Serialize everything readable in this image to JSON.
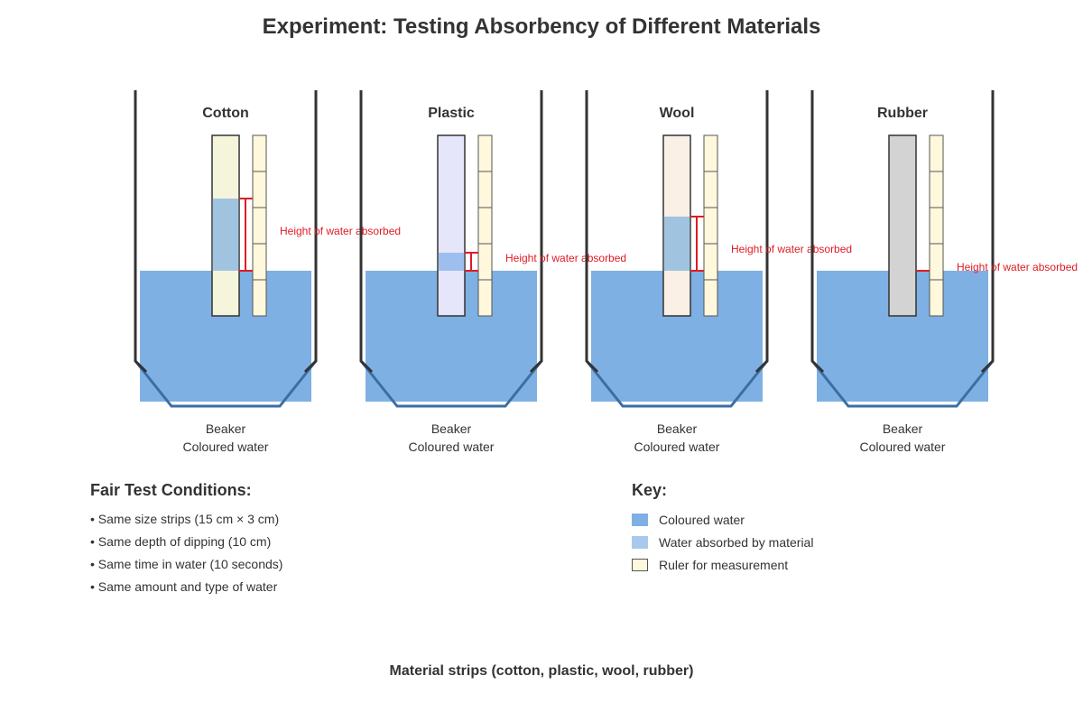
{
  "title": "Experiment: Testing Absorbency of Different Materials",
  "colors": {
    "water": "#7eb0e3",
    "beaker_outline": "#333333",
    "beaker_bottom_outline": "#3c6ea2",
    "ruler": "#fff8dc",
    "annotation": "#e01b24"
  },
  "beakers": [
    {
      "material": "Cotton",
      "strip_color": "#f5f5dc",
      "absorbed_color": "#a0c4e0",
      "absorbed_fraction": 0.4,
      "annotation": "Height of water absorbed",
      "label_line1": "Beaker",
      "label_line2": "Coloured water"
    },
    {
      "material": "Plastic",
      "strip_color": "#e6e6fa",
      "absorbed_color": "#9ebfee",
      "absorbed_fraction": 0.1,
      "annotation": "Height of water absorbed",
      "label_line1": "Beaker",
      "label_line2": "Coloured water"
    },
    {
      "material": "Wool",
      "strip_color": "#faf0e6",
      "absorbed_color": "#a0c4e0",
      "absorbed_fraction": 0.3,
      "annotation": "Height of water absorbed",
      "label_line1": "Beaker",
      "label_line2": "Coloured water"
    },
    {
      "material": "Rubber",
      "strip_color": "#d3d3d3",
      "absorbed_color": "#a0c4e0",
      "absorbed_fraction": 0.0,
      "annotation": "Height of water absorbed",
      "label_line1": "Beaker",
      "label_line2": "Coloured water"
    }
  ],
  "fair_test": {
    "heading": "Fair Test Conditions:",
    "items": [
      "• Same size strips (15 cm × 3 cm)",
      "• Same depth of dipping (10 cm)",
      "• Same time in water (10 seconds)",
      "• Same amount and type of water"
    ]
  },
  "key": {
    "heading": "Key:",
    "items": [
      {
        "label": "Coloured water",
        "color": "#7eb0e3",
        "border": "#7eb0e3"
      },
      {
        "label": "Water absorbed by material",
        "color": "#a9c9ec",
        "border": "#a9c9ec"
      },
      {
        "label": "Ruler for measurement",
        "color": "#fff8dc",
        "border": "#555555"
      }
    ]
  },
  "footer": "Material strips (cotton, plastic, wool, rubber)"
}
